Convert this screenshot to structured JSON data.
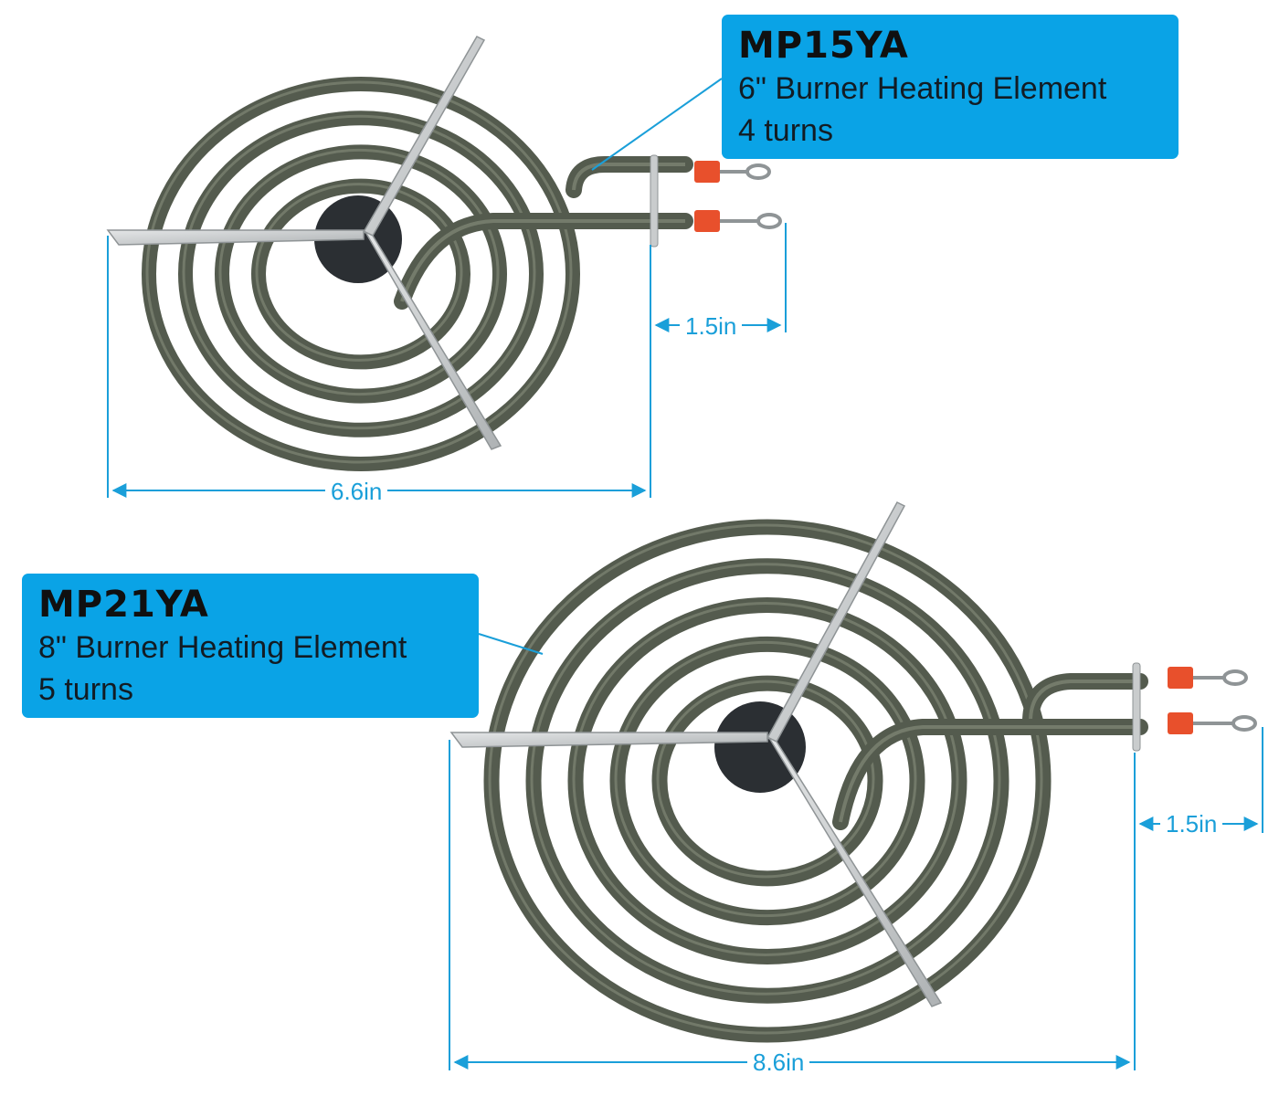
{
  "products": [
    {
      "model": "MP15YA",
      "description": "6\" Burner Heating Element",
      "turns": "4 turns",
      "coil_turns": 4,
      "width_label": "6.6in",
      "lead_label": "1.5in"
    },
    {
      "model": "MP21YA",
      "description": "8\" Burner Heating Element",
      "turns": "5 turns",
      "coil_turns": 5,
      "width_label": "8.6in",
      "lead_label": "1.5in"
    }
  ],
  "colors": {
    "callout": "#0aa3e6",
    "dimension": "#1a9fd9",
    "coil": "#545b4e",
    "coil_highlight": "#8a917f",
    "bracket": "#c9cccd",
    "hub": "#2b2f33",
    "insulator": "#e8502c",
    "background": "#ffffff"
  }
}
